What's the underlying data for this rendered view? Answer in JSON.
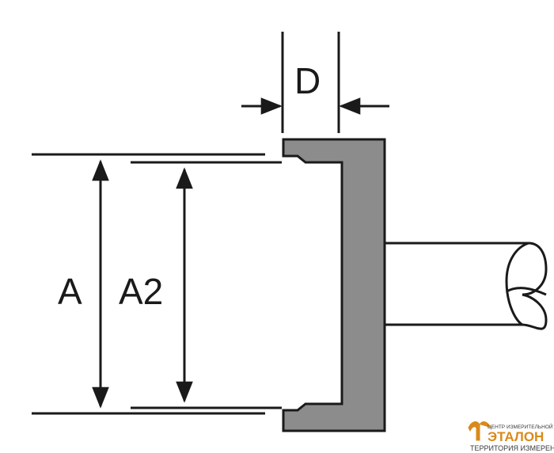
{
  "labels": {
    "a": "A",
    "a2": "A2",
    "d": "D"
  },
  "colors": {
    "line": "#1a1a1a",
    "part_fill": "#8c8c8c",
    "logo_accent": "#d98a1b",
    "logo_dark": "#3a3a3a"
  },
  "watermark": {
    "top_line": "ЦЕНТР ИЗМЕРИТЕЛЬНОЙ ТЕХНИКИ",
    "name": "ЭТАЛОН",
    "tagline": "ТЕРРИТОРИЯ ИЗМЕРЕНИЙ"
  }
}
